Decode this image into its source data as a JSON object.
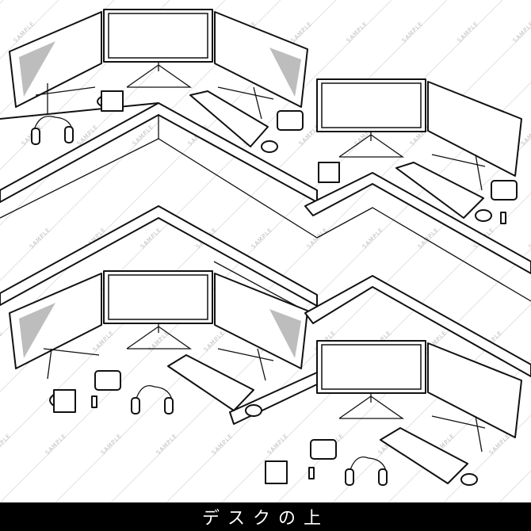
{
  "caption": "デスクの上",
  "watermark": "SAMPLE",
  "colors": {
    "line": "#111111",
    "screen_shade": "#bdbdbd",
    "caption_bar": "#000000",
    "caption_text": "#ffffff"
  },
  "scenes": [
    "triple-monitor-desk",
    "dual-monitor-desk",
    "triple-monitor-desk",
    "dual-monitor-desk"
  ]
}
